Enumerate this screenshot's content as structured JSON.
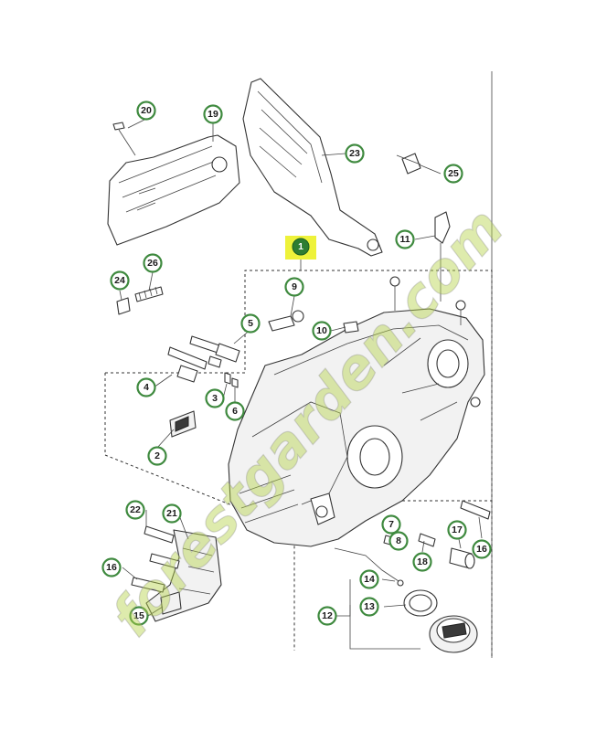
{
  "diagram": {
    "main_callout": "1",
    "colors": {
      "callout_ring": "#3f8a3f",
      "main_callout_highlight": "#eef23a",
      "main_callout_fill": "#2e7d32",
      "watermark": "#b5d24a"
    },
    "callouts": [
      "2",
      "3",
      "4",
      "5",
      "6",
      "7",
      "8",
      "9",
      "10",
      "11",
      "12",
      "13",
      "14",
      "15",
      "16",
      "16",
      "17",
      "18",
      "19",
      "20",
      "21",
      "22",
      "23",
      "24",
      "25",
      "26"
    ]
  },
  "watermark": {
    "text": "forestgarden.com"
  }
}
